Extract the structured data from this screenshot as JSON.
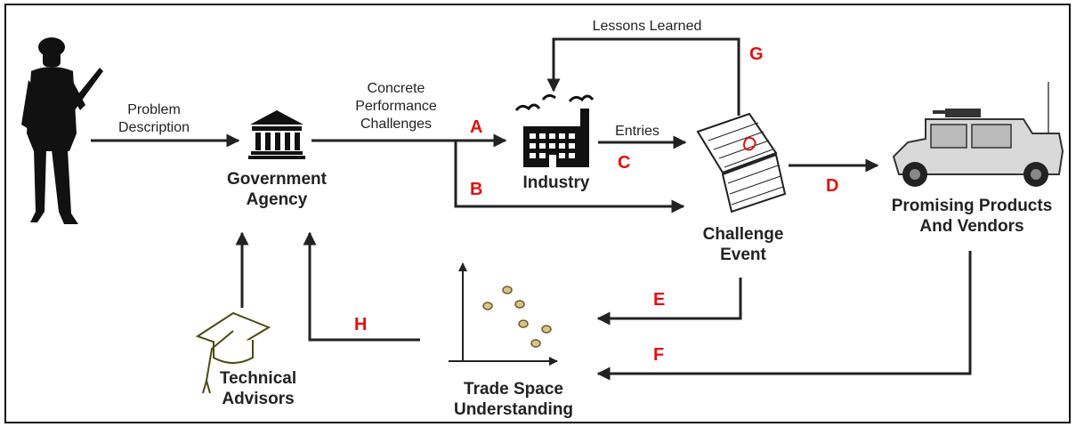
{
  "labels": {
    "problem_line1": "Problem",
    "problem_line2": "Description",
    "concrete_line1": "Concrete",
    "concrete_line2": "Performance",
    "concrete_line3": "Challenges",
    "entries": "Entries",
    "lessons": "Lessons Learned",
    "gov_line1": "Government",
    "gov_line2": "Agency",
    "industry": "Industry",
    "challenge_line1": "Challenge",
    "challenge_line2": "Event",
    "promising_line1": "Promising Products",
    "promising_line2": "And Vendors",
    "tech_line1": "Technical",
    "tech_line2": "Advisors",
    "trade_line1": "Trade Space",
    "trade_line2": "Understanding"
  },
  "letters": {
    "a": "A",
    "b": "B",
    "c": "C",
    "d": "D",
    "e": "E",
    "f": "F",
    "g": "G",
    "h": "H"
  },
  "icons": [
    "soldier-icon",
    "government-building-icon",
    "factory-icon",
    "calendar-icon",
    "humvee-icon",
    "graduation-cap-icon",
    "scatter-plot-icon"
  ],
  "colors": {
    "letters": "#e01010",
    "lines": "#222222"
  }
}
